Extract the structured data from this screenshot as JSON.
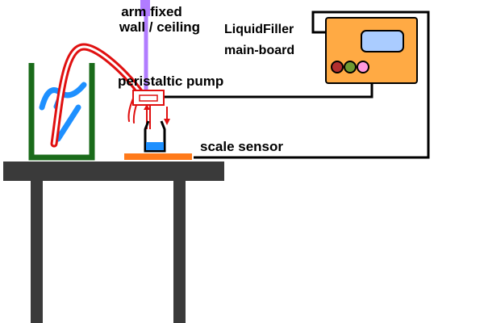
{
  "labels": {
    "arm_line1": "arm fixed",
    "arm_line2": "wall / ceiling",
    "board_line1": "LiquidFiller",
    "board_line2": "main-board",
    "pump": "peristaltic pump",
    "scale": "scale sensor"
  },
  "colors": {
    "table": "#3a3a3a",
    "bucket": "#1a6b1a",
    "liquid": "#1e90ff",
    "tube": "#e01010",
    "arm": "#b17cff",
    "scale_plate": "#ff7a1a",
    "board": "#ffaa44",
    "board_screen": "#aaccff",
    "led_red": "#b23030",
    "led_green": "#6f9a32",
    "led_pink": "#ff99dd",
    "wire": "#000000"
  }
}
